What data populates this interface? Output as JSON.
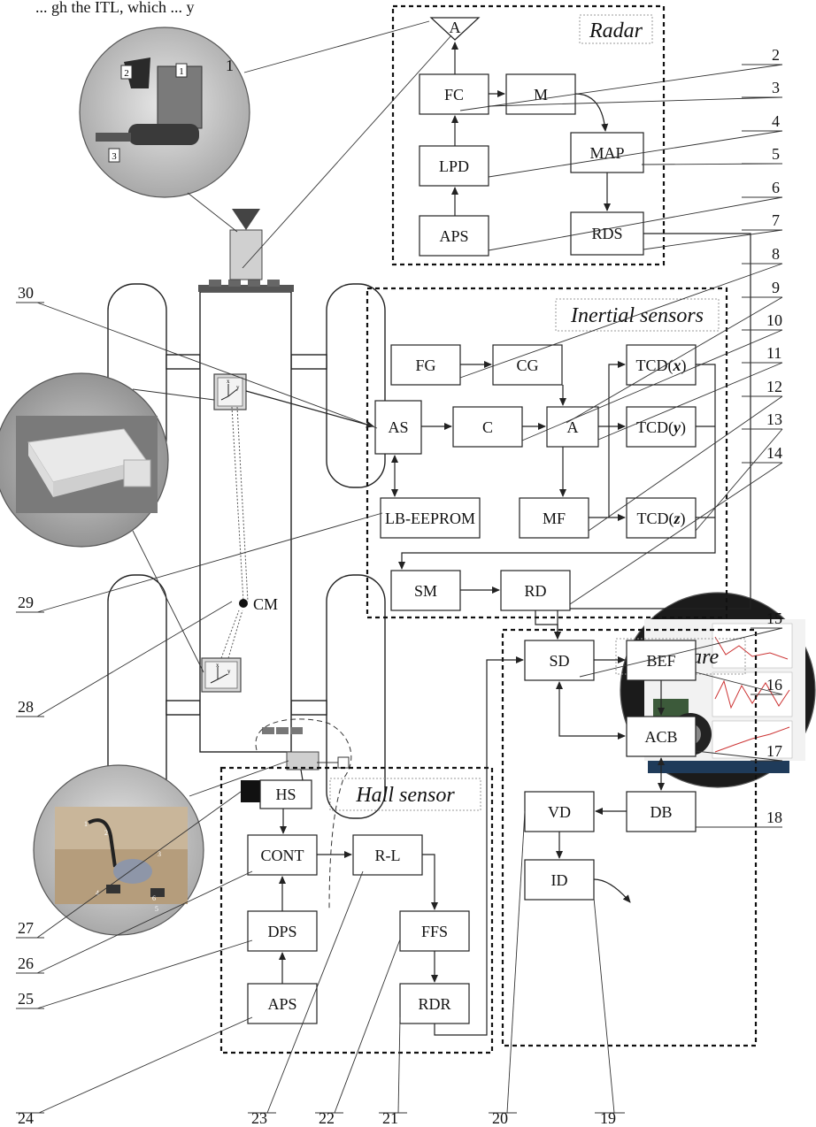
{
  "caption_fragment": "... gh the ITL, which ... y",
  "panels": {
    "radar": "Radar",
    "inertial": "Inertial  sensors",
    "software": "Software",
    "hall": "Hall sensor"
  },
  "blocks": {
    "radar_a": "A",
    "fc": "FC",
    "m": "M",
    "lpd": "LPD",
    "map": "MAP",
    "aps_radar": "APS",
    "rds": "RDS",
    "fg": "FG",
    "cg": "CG",
    "tcd_x": "TCD(x)",
    "tcd_y": "TCD(y)",
    "tcd_z": "TCD(z)",
    "as": "AS",
    "c": "C",
    "a": "A",
    "mf": "MF",
    "lb_eeprom": "LB-EEPROM",
    "sm": "SM",
    "rd": "RD",
    "sd": "SD",
    "bef": "BEF",
    "acb": "ACB",
    "db": "DB",
    "vd": "VD",
    "id": "ID",
    "hs": "HS",
    "cont": "CONT",
    "r_l": "R-L",
    "dps": "DPS",
    "ffs": "FFS",
    "aps_hall": "APS",
    "rdr": "RDR"
  },
  "cm_label": "CM",
  "photo1_labels": [
    "2",
    "1",
    "3"
  ],
  "photo4_labels": [
    "1",
    "2",
    "3",
    "4",
    "5",
    "6"
  ],
  "numbers": [
    "1",
    "2",
    "3",
    "4",
    "5",
    "6",
    "7",
    "8",
    "9",
    "10",
    "11",
    "12",
    "13",
    "14",
    "15",
    "16",
    "17",
    "18",
    "19",
    "20",
    "21",
    "22",
    "23",
    "24",
    "25",
    "26",
    "27",
    "28",
    "29",
    "30"
  ]
}
